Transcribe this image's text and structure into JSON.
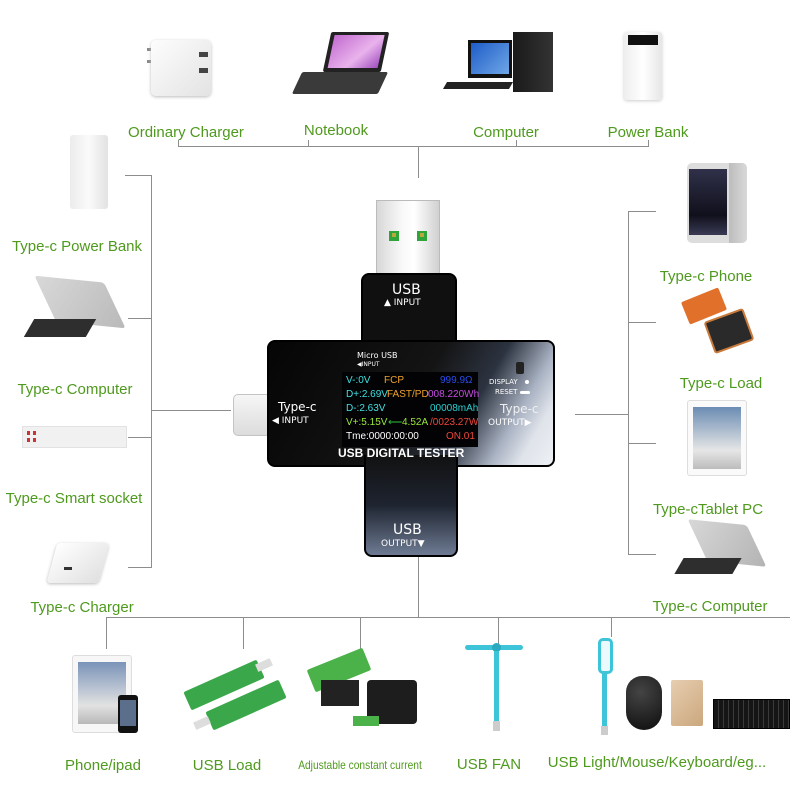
{
  "title": "USB DIGITAL TESTER connection diagram",
  "colors": {
    "label": "#4f9a1e",
    "line": "#8d8d8d",
    "device_body": "#111111"
  },
  "top_sources": [
    {
      "label": "Ordinary Charger",
      "icon": "wall-charger-icon"
    },
    {
      "label": "Notebook",
      "icon": "laptop-icon"
    },
    {
      "label": "Computer",
      "icon": "desktop-computer-icon"
    },
    {
      "label": "Power Bank",
      "icon": "power-bank-icon"
    }
  ],
  "left_sources": [
    {
      "label": "Type-c Power Bank",
      "icon": "power-bank-icon"
    },
    {
      "label": "Type-c Computer",
      "icon": "laptop-icon"
    },
    {
      "label": "Type-c Smart socket",
      "icon": "power-strip-icon"
    },
    {
      "label": "Type-c Charger",
      "icon": "wall-charger-icon"
    }
  ],
  "right_loads": [
    {
      "label": "Type-c Phone",
      "icon": "smartphone-icon"
    },
    {
      "label": "Type-c Load",
      "icon": "load-board-icon"
    },
    {
      "label": "Type-cTablet PC",
      "icon": "tablet-icon"
    },
    {
      "label": "Type-c Computer",
      "icon": "laptop-icon"
    }
  ],
  "bottom_loads": [
    {
      "label": "Phone/ipad",
      "icon": "tablet-phone-icon"
    },
    {
      "label": "USB Load",
      "icon": "usb-load-icon"
    },
    {
      "label": "Adjustable constant current",
      "icon": "electronic-load-icon"
    },
    {
      "label": "USB FAN",
      "icon": "usb-fan-icon"
    },
    {
      "label": "USB Light/Mouse/Keyboard/eg...",
      "icon": "usb-peripherals-icon"
    }
  ],
  "device": {
    "usb_input": {
      "title": "USB",
      "sub": "▲ INPUT"
    },
    "micro_usb": {
      "title": "Micro USB",
      "sub": "◀INPUT"
    },
    "typec_input": {
      "title": "Type-c",
      "sub": "◀ INPUT"
    },
    "typec_output": {
      "title": "Type-c",
      "sub": "OUTPUT▶"
    },
    "usb_output": {
      "title": "USB",
      "sub": "OUTPUT▼"
    },
    "display_label": "DISPLAY",
    "reset_label": "RESET",
    "name": "USB DIGITAL TESTER",
    "screen": {
      "vminus": "V-:0V",
      "protocol": "FCP",
      "resistance": "999.9Ω",
      "dplus": "D+:2.69V",
      "mode": "FAST/PD",
      "energy": "008.220Wh",
      "dminus": "D-:2.63V",
      "capacity": "00008mAh",
      "vplus": "V+:5.15V",
      "arrow": "⟵",
      "current": "4.52A",
      "power": "/0023.27W",
      "time": "Tme:0000:00:00",
      "group": "ON.01"
    }
  }
}
